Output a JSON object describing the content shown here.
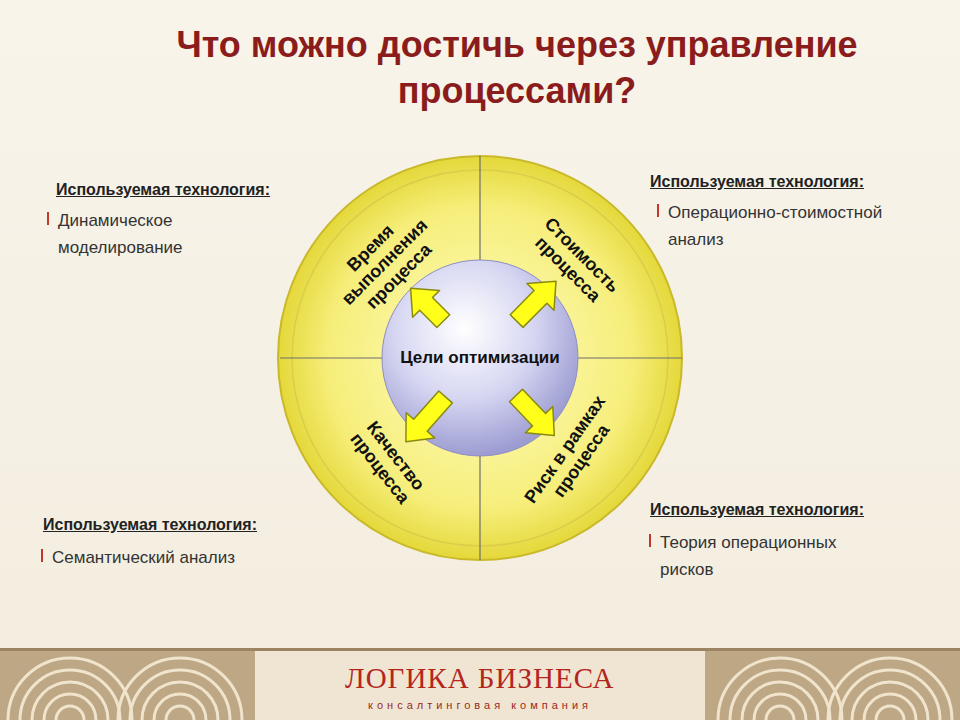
{
  "diagram": {
    "title": "Что можно достичь через управление процессами?",
    "nodes": [
      {
        "text": [
          "Время выполнения процесса"
        ]
      },
      {
        "text": [
          "Стоимость процесса"
        ]
      },
      {
        "text": [
          "Цели оптимизации"
        ]
      },
      {
        "text": [
          "Качество процесса"
        ]
      },
      {
        "text": [
          "Риск в рамках процесса"
        ]
      }
    ],
    "edges": [
      {
        "from": 2,
        "to": 0,
        "arrow": "to"
      },
      {
        "from": 2,
        "to": 1,
        "arrow": "to"
      },
      {
        "from": 2,
        "to": 3,
        "arrow": "to"
      },
      {
        "from": 2,
        "to": 4,
        "arrow": "to"
      }
    ],
    "labels": [
      "Используемая технология:",
      "Динамическое моделирование",
      "Используемая технология:",
      "Операционно-стоимостной анализ",
      "Используемая технология:",
      "Семантический анализ",
      "Используемая технология:",
      "Теория операционных рисков",
      "ЛОГИКА БИЗНЕСА",
      "консалтинговая компания"
    ]
  }
}
